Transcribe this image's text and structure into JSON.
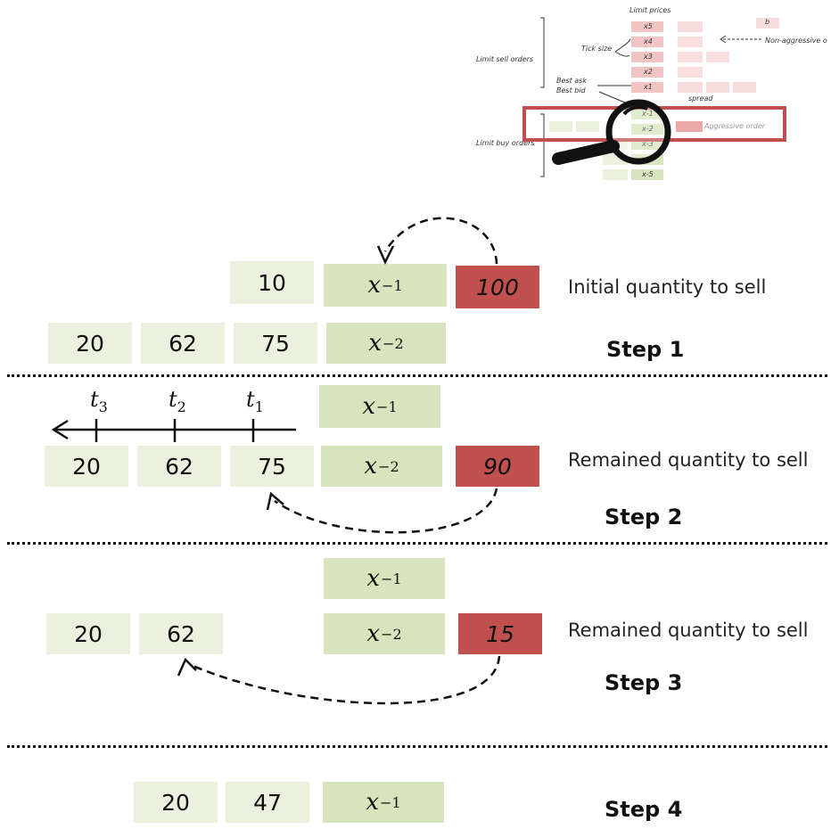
{
  "thumbnail": {
    "limit_prices": "Limit prices",
    "limit_sell_orders": "Limit sell orders",
    "limit_buy_orders": "Limit buy orders",
    "tick_size": "Tick size",
    "best_ask": "Best ask",
    "best_bid": "Best bid",
    "non_aggressive": "Non-aggressive o",
    "aggressive_order": "Aggressive order",
    "spread_fragment": "spread",
    "b_label": "b",
    "sell_levels": [
      "x5",
      "x4",
      "x3",
      "x2",
      "x1"
    ],
    "buy_levels": [
      "x-1",
      "x-2",
      "x-3",
      "x-4",
      "x-5"
    ]
  },
  "step1": {
    "top_qty": "10",
    "top_price_var": "x",
    "top_price_sub": "−1",
    "order_qty": "100",
    "caption": "Initial quantity to sell",
    "queue": [
      "20",
      "62",
      "75"
    ],
    "second_price_var": "x",
    "second_price_sub": "−2",
    "label": "Step 1"
  },
  "step2": {
    "top_price_var": "x",
    "top_price_sub": "−1",
    "queue": [
      "20",
      "62",
      "75"
    ],
    "price_var": "x",
    "price_sub": "−2",
    "order_qty": "90",
    "caption": "Remained quantity to sell",
    "label": "Step 2",
    "time_labels": [
      {
        "var": "t",
        "sub": "3"
      },
      {
        "var": "t",
        "sub": "2"
      },
      {
        "var": "t",
        "sub": "1"
      }
    ]
  },
  "step3": {
    "top_price_var": "x",
    "top_price_sub": "−1",
    "queue": [
      "20",
      "62"
    ],
    "price_var": "x",
    "price_sub": "−2",
    "order_qty": "15",
    "caption": "Remained quantity to sell",
    "label": "Step 3"
  },
  "step4": {
    "queue": [
      "20",
      "47"
    ],
    "price_var": "x",
    "price_sub": "−1",
    "label": "Step 4"
  },
  "colors": {
    "quantity_fill": "#ebf1de",
    "price_fill": "#d7e4bd",
    "order_fill": "#c0504d",
    "highlight_border": "#c0504d"
  }
}
